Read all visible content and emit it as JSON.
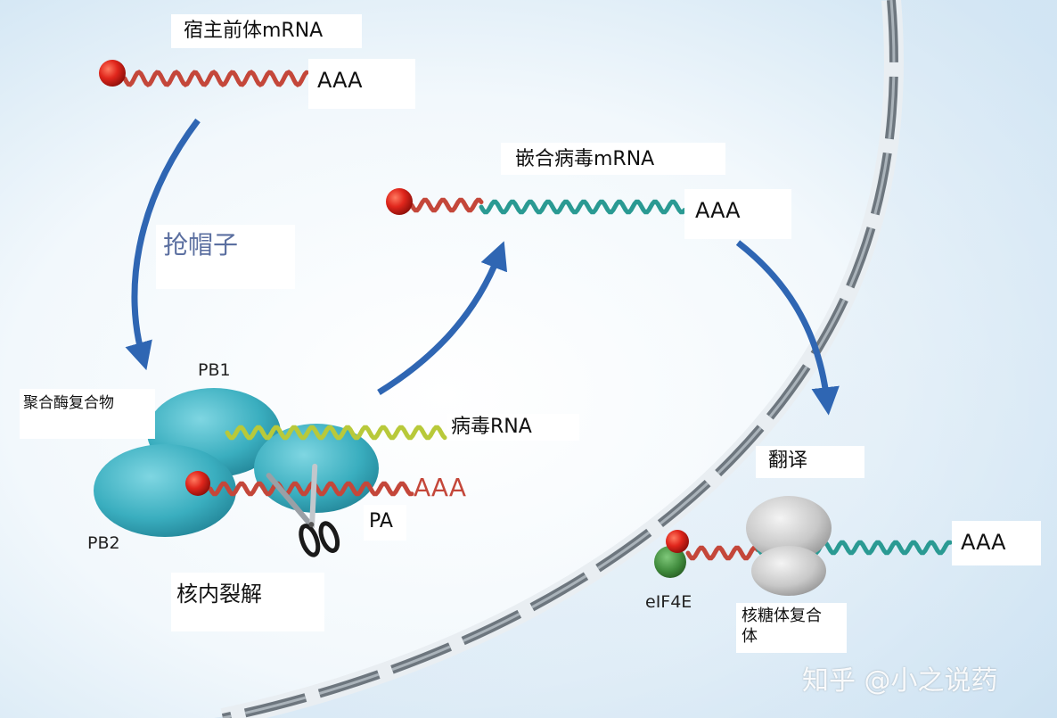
{
  "labels": {
    "host_pre_mrna": "宿主前体mRNA",
    "host_polya": "AAA",
    "cap_snatching": "抢帽子",
    "chimeric_mrna": "嵌合病毒mRNA",
    "chimeric_polya": "AAA",
    "pb1": "PB1",
    "polymerase_complex": "聚合酶复合物",
    "viral_rna": "病毒RNA",
    "complex_polya": "AAA",
    "pa": "PA",
    "pb2": "PB2",
    "nuclear_cleavage": "核内裂解",
    "translation": "翻译",
    "translation_polya": "AAA",
    "eif4e": "eIF4E",
    "ribosome_complex_line1": "核糖体复合",
    "ribosome_complex_line2": "体"
  },
  "watermark": "知乎 @小之说药",
  "colors": {
    "cap_red": "#d8241c",
    "host_rna": "#c4473a",
    "viral_rna_teal": "#2a9a93",
    "viral_rna_yellow": "#b8c93a",
    "polymerase_teal": "#3fb2c2",
    "arrow_blue": "#2f66b3",
    "eif4e_green": "#3f8a3c",
    "ribosome_gray": "#c9c9c9",
    "membrane": "#7b8288"
  }
}
